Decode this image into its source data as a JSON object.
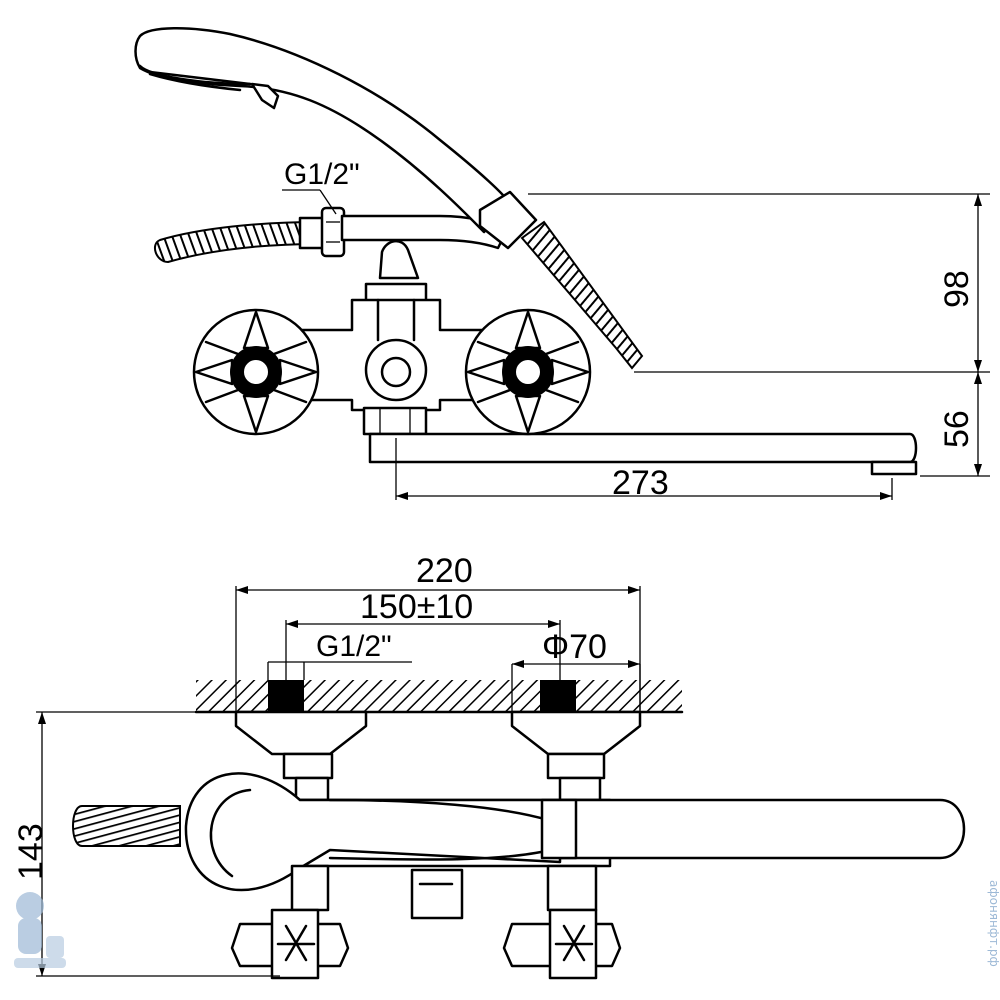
{
  "top_view": {
    "thread_label": "G1/2\"",
    "height_upper": "98",
    "height_lower": "56",
    "spout_length": "273"
  },
  "bottom_view": {
    "overall_width": "220",
    "inlet_spacing": "150±10",
    "thread_label": "G1/2\"",
    "flange_diameter": "Φ70",
    "height": "143"
  },
  "watermark": {
    "text": "афонянфт.рф",
    "logo_color": "#9db9d6"
  }
}
